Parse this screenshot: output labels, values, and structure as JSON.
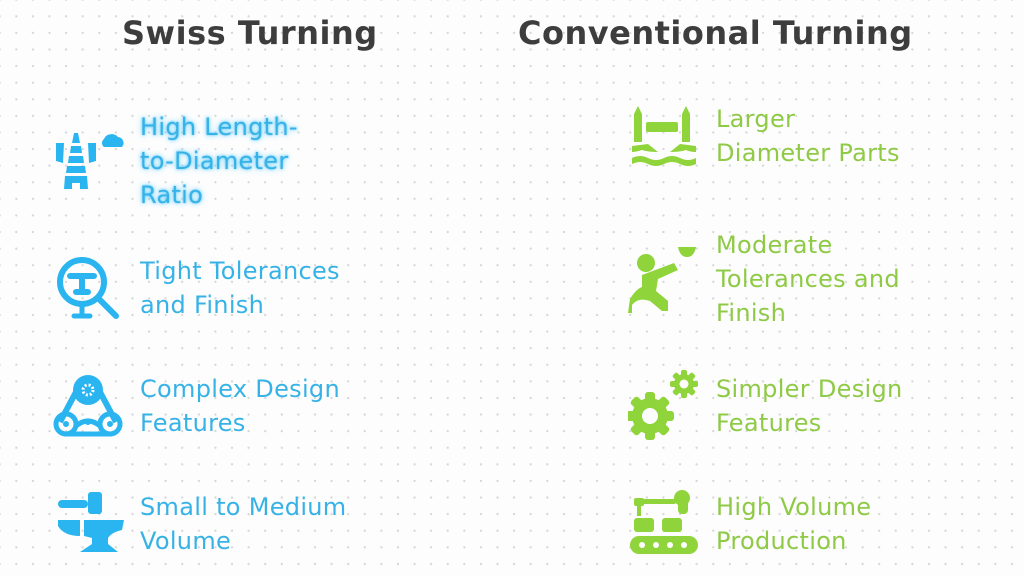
{
  "columns": [
    {
      "title": "Swiss Turning",
      "color": "#2bb5f0",
      "items": [
        {
          "label": "High Length-\nto-Diameter\nRatio",
          "icon": "tower-cloud-icon",
          "highlighted": true
        },
        {
          "label": "Tight Tolerances\nand Finish",
          "icon": "magnifier-t-icon"
        },
        {
          "label": "Complex Design\nFeatures",
          "icon": "belt-gear-icon"
        },
        {
          "label": "Small to Medium\nVolume",
          "icon": "anvil-hammer-icon"
        }
      ]
    },
    {
      "title": "Conventional Turning",
      "color": "#8fd43a",
      "items": [
        {
          "label": "Larger\nDiameter Parts",
          "icon": "bridge-water-icon"
        },
        {
          "label": "Moderate\nTolerances and\nFinish",
          "icon": "kneeling-person-bowl-icon"
        },
        {
          "label": "Simpler Design\nFeatures",
          "icon": "gears-icon"
        },
        {
          "label": "High Volume\nProduction",
          "icon": "robot-arm-conveyor-icon"
        }
      ]
    }
  ]
}
